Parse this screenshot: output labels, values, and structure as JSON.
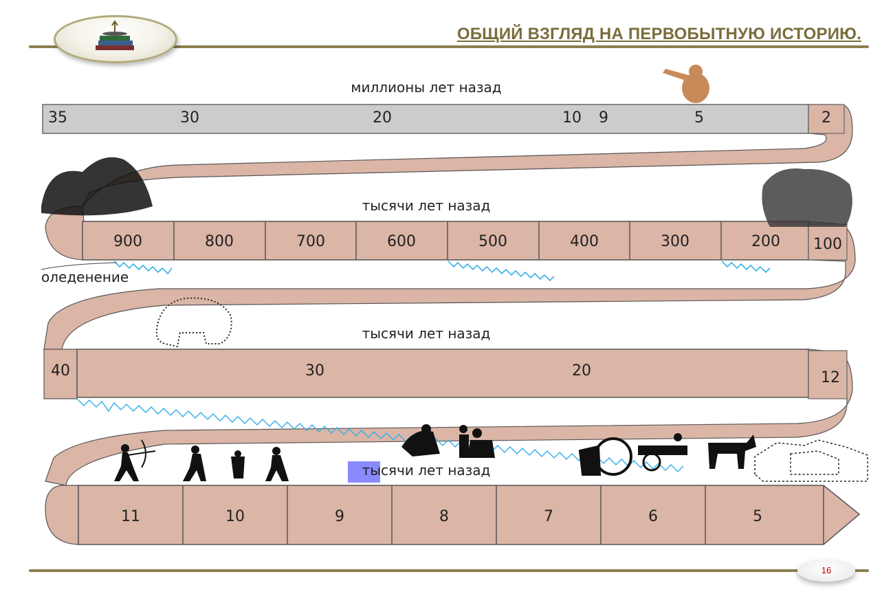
{
  "header": {
    "title": "ОБЩИЙ ВЗГЛЯД НА ПЕРВОБЫТНУЮ ИСТОРИЮ."
  },
  "footer": {
    "page_number": "16"
  },
  "bands": {
    "millions": {
      "label": "миллионы лет назад",
      "ticks": [
        "35",
        "30",
        "20",
        "10",
        "9",
        "5"
      ],
      "end": "2"
    },
    "thousands1": {
      "label": "тысячи лет назад",
      "ticks": [
        "900",
        "800",
        "700",
        "600",
        "500",
        "400",
        "300",
        "200"
      ],
      "end": "100",
      "glaciation": "оледенение"
    },
    "thousands2": {
      "label": "тысячи лет назад",
      "start": "40",
      "ticks": [
        "30",
        "20"
      ],
      "end": "12"
    },
    "thousands3": {
      "label": "тысячи лет назад",
      "ticks": [
        "11",
        "10",
        "9",
        "8",
        "7",
        "6",
        "5"
      ]
    }
  },
  "colors": {
    "ribbon": "#dbb5a6",
    "ribbon_dark": "#c59584",
    "gray_band": "#cccccc",
    "ice": "#3bb0e8",
    "highlight": "#7d7dff",
    "accent": "#7a6d3c"
  },
  "icons": [
    "logo-books-icon",
    "primate-icon",
    "early-human-icon",
    "neanderthal-icon",
    "mammoth-icon",
    "archer-icon",
    "farmer-icon",
    "potter-icon",
    "ruler-icon",
    "wheel-icon",
    "ox-cart-icon",
    "town-icon"
  ]
}
